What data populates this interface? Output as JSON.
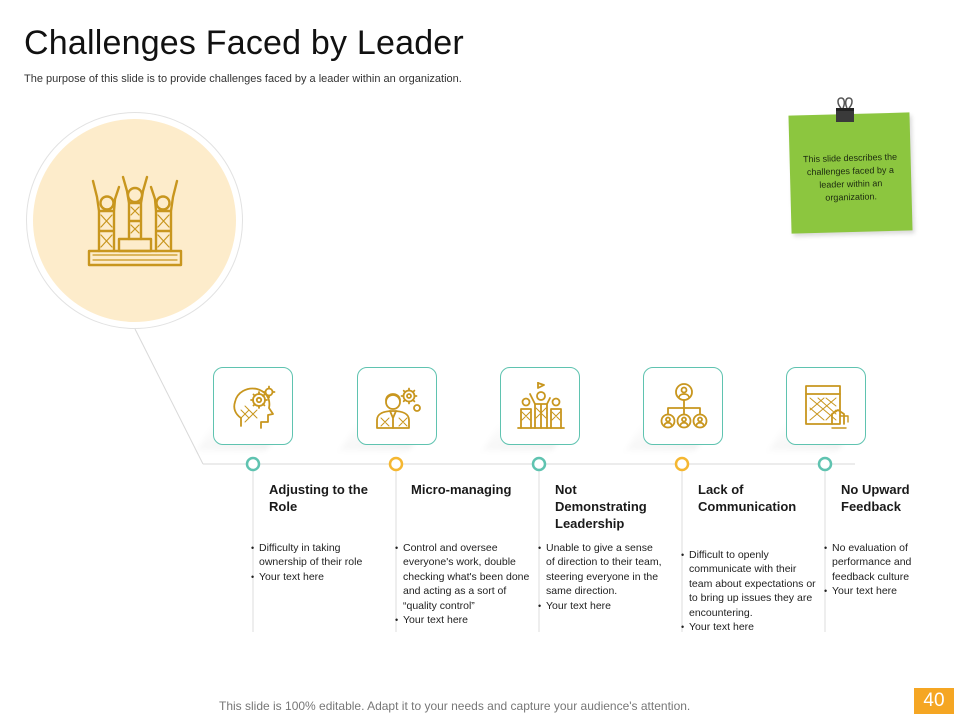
{
  "slide": {
    "title": "Challenges Faced by Leader",
    "subtitle": "The purpose of this slide is to provide challenges faced by a leader within an organization.",
    "note": "This slide describes the challenges faced by a leader within an organization.",
    "footer": "This slide is 100% editable. Adapt it to your needs and capture your audience's attention.",
    "page_number": "40"
  },
  "colors": {
    "teal": "#5fc3b0",
    "gold": "#f5a623",
    "icon": "#c8961e",
    "note_green": "#8cc63f",
    "hero_fill": "#fdeccb"
  },
  "steps": [
    {
      "title": "Adjusting to the Role",
      "icon": "head-gears-icon",
      "bullets": [
        "Difficulty in taking ownership of their role",
        "Your text here"
      ]
    },
    {
      "title": "Micro-managing",
      "icon": "person-gears-icon",
      "bullets": [
        "Control and oversee everyone's work, double checking what's been done and acting as a sort of “quality control”",
        "Your text here"
      ]
    },
    {
      "title": "Not Demonstrating Leadership",
      "icon": "team-leader-icon",
      "bullets": [
        "Unable to give a sense of direction to their team, steering everyone in the same direction.",
        "Your text here"
      ]
    },
    {
      "title": "Lack of Communication",
      "icon": "hierarchy-icon",
      "bullets": [
        "Difficult to openly communicate with their team about expectations or to bring up issues they are encountering.",
        "Your text here"
      ]
    },
    {
      "title": "No Upward Feedback",
      "icon": "feedback-board-icon",
      "bullets": [
        "No evaluation of performance and feedback culture",
        "Your text here"
      ]
    }
  ]
}
